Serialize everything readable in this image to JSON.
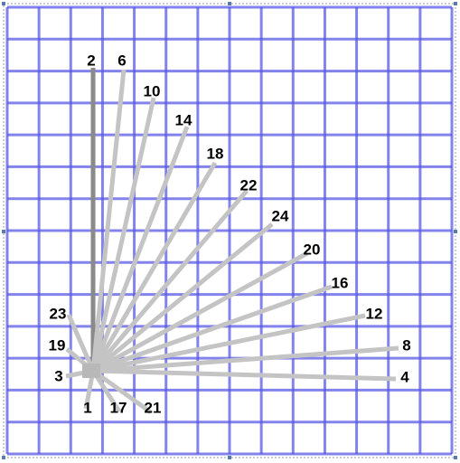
{
  "grid": {
    "columns": 14,
    "rows": 14,
    "line_color": "#5a5ae6",
    "border_color": "#9a9aaa",
    "handle_color": "#5a7aa8"
  },
  "spokes": {
    "hub_node": "center",
    "highlight_color": "#8a8a8a",
    "normal_color": "#c4c4c4",
    "items": [
      {
        "label": "1",
        "highlighted": false
      },
      {
        "label": "2",
        "highlighted": true
      },
      {
        "label": "3",
        "highlighted": false
      },
      {
        "label": "4",
        "highlighted": false
      },
      {
        "label": "6",
        "highlighted": false
      },
      {
        "label": "8",
        "highlighted": false
      },
      {
        "label": "10",
        "highlighted": false
      },
      {
        "label": "12",
        "highlighted": false
      },
      {
        "label": "14",
        "highlighted": false
      },
      {
        "label": "16",
        "highlighted": false
      },
      {
        "label": "17",
        "highlighted": false
      },
      {
        "label": "18",
        "highlighted": false
      },
      {
        "label": "19",
        "highlighted": false
      },
      {
        "label": "20",
        "highlighted": false
      },
      {
        "label": "21",
        "highlighted": false
      },
      {
        "label": "22",
        "highlighted": false
      },
      {
        "label": "23",
        "highlighted": false
      },
      {
        "label": "24",
        "highlighted": false
      }
    ]
  }
}
